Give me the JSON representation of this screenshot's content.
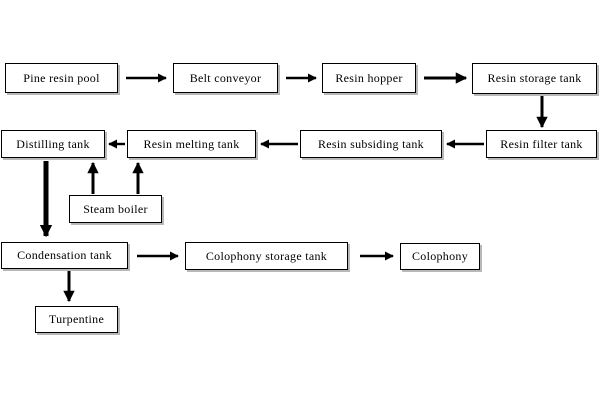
{
  "nodes": [
    {
      "id": "pine-resin-pool",
      "label": "Pine resin pool"
    },
    {
      "id": "belt-conveyor",
      "label": "Belt conveyor"
    },
    {
      "id": "resin-hopper",
      "label": "Resin hopper"
    },
    {
      "id": "resin-storage-tank",
      "label": "Resin storage tank"
    },
    {
      "id": "distilling-tank",
      "label": "Distilling tank"
    },
    {
      "id": "resin-melting-tank",
      "label": "Resin melting tank"
    },
    {
      "id": "resin-subsiding-tank",
      "label": "Resin subsiding tank"
    },
    {
      "id": "resin-filter-tank",
      "label": "Resin filter tank"
    },
    {
      "id": "steam-boiler",
      "label": "Steam boiler"
    },
    {
      "id": "condensation-tank",
      "label": "Condensation tank"
    },
    {
      "id": "colophony-storage-tank",
      "label": "Colophony storage tank"
    },
    {
      "id": "colophony",
      "label": "Colophony"
    },
    {
      "id": "turpentine",
      "label": "Turpentine"
    }
  ],
  "edges": [
    {
      "from": "pine-resin-pool",
      "to": "belt-conveyor"
    },
    {
      "from": "belt-conveyor",
      "to": "resin-hopper"
    },
    {
      "from": "resin-hopper",
      "to": "resin-storage-tank"
    },
    {
      "from": "resin-storage-tank",
      "to": "resin-filter-tank"
    },
    {
      "from": "resin-filter-tank",
      "to": "resin-subsiding-tank"
    },
    {
      "from": "resin-subsiding-tank",
      "to": "resin-melting-tank"
    },
    {
      "from": "resin-melting-tank",
      "to": "distilling-tank"
    },
    {
      "from": "steam-boiler",
      "to": "distilling-tank"
    },
    {
      "from": "steam-boiler",
      "to": "resin-melting-tank"
    },
    {
      "from": "distilling-tank",
      "to": "condensation-tank"
    },
    {
      "from": "condensation-tank",
      "to": "colophony-storage-tank"
    },
    {
      "from": "colophony-storage-tank",
      "to": "colophony"
    },
    {
      "from": "condensation-tank",
      "to": "turpentine"
    }
  ],
  "colors": {
    "background": "#ffffff",
    "box_fill": "#ffffff",
    "box_border": "#000000",
    "box_shadow": "#b8b8b8",
    "arrow": "#000000",
    "text": "#000000"
  }
}
